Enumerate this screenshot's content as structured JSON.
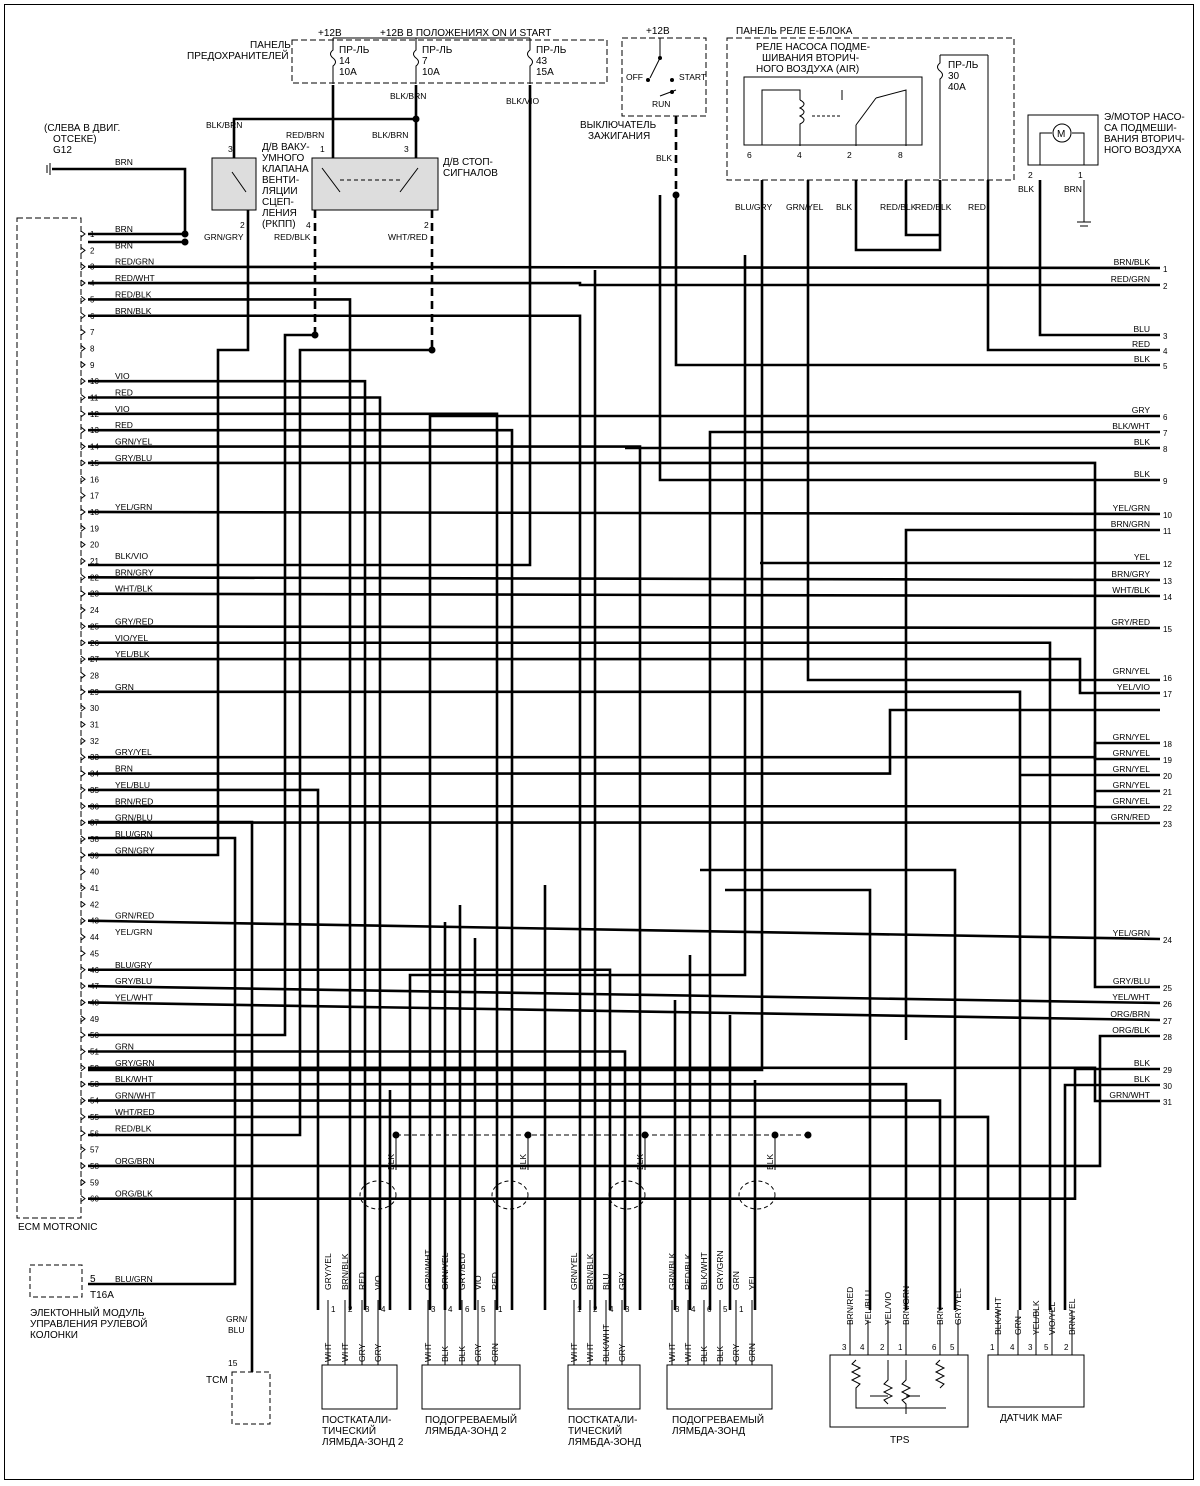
{
  "ecm": {
    "name": "ECM MOTRONIC",
    "pins": [
      {
        "n": "1",
        "c": "BRN"
      },
      {
        "n": "2",
        "c": "BRN"
      },
      {
        "n": "3",
        "c": "RED/GRN"
      },
      {
        "n": "4",
        "c": "RED/WHT"
      },
      {
        "n": "5",
        "c": "RED/BLK"
      },
      {
        "n": "6",
        "c": "BRN/BLK"
      },
      {
        "n": "7",
        "c": ""
      },
      {
        "n": "8",
        "c": ""
      },
      {
        "n": "9",
        "c": ""
      },
      {
        "n": "10",
        "c": "VIO"
      },
      {
        "n": "11",
        "c": "RED"
      },
      {
        "n": "12",
        "c": "VIO"
      },
      {
        "n": "13",
        "c": "RED"
      },
      {
        "n": "14",
        "c": "GRN/YEL"
      },
      {
        "n": "15",
        "c": "GRY/BLU"
      },
      {
        "n": "16",
        "c": ""
      },
      {
        "n": "17",
        "c": ""
      },
      {
        "n": "18",
        "c": "YEL/GRN"
      },
      {
        "n": "19",
        "c": ""
      },
      {
        "n": "20",
        "c": ""
      },
      {
        "n": "21",
        "c": "BLK/VIO"
      },
      {
        "n": "22",
        "c": "BRN/GRY"
      },
      {
        "n": "23",
        "c": "WHT/BLK"
      },
      {
        "n": "24",
        "c": ""
      },
      {
        "n": "25",
        "c": "GRY/RED"
      },
      {
        "n": "26",
        "c": "VIO/YEL"
      },
      {
        "n": "27",
        "c": "YEL/BLK"
      },
      {
        "n": "28",
        "c": ""
      },
      {
        "n": "29",
        "c": "GRN"
      },
      {
        "n": "30",
        "c": ""
      },
      {
        "n": "31",
        "c": ""
      },
      {
        "n": "32",
        "c": ""
      },
      {
        "n": "33",
        "c": "GRY/YEL"
      },
      {
        "n": "34",
        "c": "BRN"
      },
      {
        "n": "35",
        "c": "YEL/BLU"
      },
      {
        "n": "36",
        "c": "BRN/RED"
      },
      {
        "n": "37",
        "c": "GRN/BLU"
      },
      {
        "n": "38",
        "c": "BLU/GRN"
      },
      {
        "n": "39",
        "c": "GRN/GRY"
      },
      {
        "n": "40",
        "c": ""
      },
      {
        "n": "41",
        "c": ""
      },
      {
        "n": "42",
        "c": ""
      },
      {
        "n": "43",
        "c": "GRN/RED"
      },
      {
        "n": "44",
        "c": "YEL/GRN"
      },
      {
        "n": "45",
        "c": ""
      },
      {
        "n": "46",
        "c": "BLU/GRY"
      },
      {
        "n": "47",
        "c": "GRY/BLU"
      },
      {
        "n": "48",
        "c": "YEL/WHT"
      },
      {
        "n": "49",
        "c": ""
      },
      {
        "n": "50",
        "c": ""
      },
      {
        "n": "51",
        "c": "GRN"
      },
      {
        "n": "52",
        "c": "GRY/GRN"
      },
      {
        "n": "53",
        "c": "BLK/WHT"
      },
      {
        "n": "54",
        "c": "GRN/WHT"
      },
      {
        "n": "55",
        "c": "WHT/RED"
      },
      {
        "n": "56",
        "c": "RED/BLK"
      },
      {
        "n": "57",
        "c": ""
      },
      {
        "n": "58",
        "c": "ORG/BRN"
      },
      {
        "n": "59",
        "c": ""
      },
      {
        "n": "60",
        "c": "ORG/BLK"
      }
    ]
  },
  "right_connector": [
    {
      "n": "1",
      "c": "BRN/BLK"
    },
    {
      "n": "2",
      "c": "RED/GRN"
    },
    {
      "n": "3",
      "c": "BLU"
    },
    {
      "n": "4",
      "c": "RED"
    },
    {
      "n": "5",
      "c": "BLK"
    },
    {
      "n": "6",
      "c": "GRY"
    },
    {
      "n": "7",
      "c": "BLK/WHT"
    },
    {
      "n": "8",
      "c": "BLK"
    },
    {
      "n": "9",
      "c": "BLK"
    },
    {
      "n": "10",
      "c": "YEL/GRN"
    },
    {
      "n": "11",
      "c": "BRN/GRN"
    },
    {
      "n": "12",
      "c": "YEL"
    },
    {
      "n": "13",
      "c": "BRN/GRY"
    },
    {
      "n": "14",
      "c": "WHT/BLK"
    },
    {
      "n": "15",
      "c": "GRY/RED"
    },
    {
      "n": "16",
      "c": "GRN/YEL"
    },
    {
      "n": "17",
      "c": "YEL/VIO"
    },
    {
      "n": "18",
      "c": "GRN/YEL"
    },
    {
      "n": "19",
      "c": "GRN/YEL"
    },
    {
      "n": "20",
      "c": "GRN/YEL"
    },
    {
      "n": "21",
      "c": "GRN/YEL"
    },
    {
      "n": "22",
      "c": "GRN/YEL"
    },
    {
      "n": "23",
      "c": "GRN/RED"
    },
    {
      "n": "24",
      "c": "YEL/GRN"
    },
    {
      "n": "25",
      "c": "GRY/BLU"
    },
    {
      "n": "26",
      "c": "YEL/WHT"
    },
    {
      "n": "27",
      "c": "ORG/BRN"
    },
    {
      "n": "28",
      "c": "ORG/BLK"
    },
    {
      "n": "29",
      "c": "BLK"
    },
    {
      "n": "30",
      "c": "BLK"
    },
    {
      "n": "31",
      "c": "GRN/WHT"
    }
  ],
  "top": {
    "plus12_a": "+12В",
    "plus12_on_start": "+12В В ПОЛОЖЕНИЯХ ON И START",
    "fuse_panel": [
      "ПАНЕЛЬ",
      "ПРЕДОХРАНИТЕЛЕЙ"
    ],
    "fuse14": [
      "ПР-ЛЬ",
      "14",
      "10A"
    ],
    "fuse7": [
      "ПР-ЛЬ",
      "7",
      "10A"
    ],
    "fuse43": [
      "ПР-ЛЬ",
      "43",
      "15A"
    ],
    "ign_plus12": "+12В",
    "ign_off": "OFF",
    "ign_start": "START",
    "ign_run": "RUN",
    "ign_label": [
      "ВЫКЛЮЧАТЕЛЬ",
      "ЗАЖИГАНИЯ"
    ],
    "relay_panel": "ПАНЕЛЬ РЕЛЕ E-БЛОКА",
    "relay_name": [
      "РЕЛЕ НАСОСА ПОДМЕ-",
      "ШИВАНИЯ ВТОРИЧ-",
      "НОГО ВОЗДУХА (AIR)"
    ],
    "fuse30": [
      "ПР-ЛЬ",
      "30",
      "40A"
    ],
    "motor": [
      "Э/МОТОР НАСО-",
      "СА ПОДМЕШИ-",
      "ВАНИЯ ВТОРИЧ-",
      "НОГО ВОЗДУХА"
    ],
    "motor_m": "M",
    "g12": [
      "(СЛЕВА В ДВИГ.",
      "ОТСЕКЕ)",
      "G12"
    ],
    "vac_valve": [
      "Д/В ВАКУ-",
      "УМНОГО",
      "КЛАПАНА",
      "ВЕНТИ-",
      "ЛЯЦИИ",
      "СЦЕП-",
      "ЛЕНИЯ",
      "(РКПП)"
    ],
    "stop_sw": [
      "Д/В СТОП-",
      "СИГНАЛОВ"
    ]
  },
  "wire_labels": {
    "brn": "BRN",
    "blk_brn": "BLK/BRN",
    "blk_vio": "BLK/VIO",
    "red_brn": "RED/BRN",
    "grn_gry": "GRN/GRY",
    "red_blk": "RED/BLK",
    "wht_red": "WHT/RED",
    "blk": "BLK",
    "blu_gry": "BLU/GRY",
    "grn_yel": "GRN/YEL",
    "red_blk2": "RED/BLK",
    "red": "RED",
    "grn_blu": "GRN/BLU"
  },
  "bottom": {
    "steer_module": [
      "ЭЛЕКТОННЫЙ МОДУЛЬ",
      "УПРАВЛЕНИЯ РУЛЕВОЙ",
      "КОЛОНКИ"
    ],
    "t16a": "T16A",
    "t16a_pin": "5",
    "t16a_wire": "BLU/GRN",
    "tcm": "TCM",
    "tcm_pin": "15",
    "post_cat2": [
      "ПОСТКАТАЛИ-",
      "ТИЧЕСКИЙ",
      "ЛЯМБДА-ЗОНД 2"
    ],
    "heated2": [
      "ПОДОГРЕВАЕМЫЙ",
      "ЛЯМБДА-ЗОНД 2"
    ],
    "post_cat1": [
      "ПОСТКАТАЛИ-",
      "ТИЧЕСКИЙ",
      "ЛЯМБДА-ЗОНД"
    ],
    "heated1": [
      "ПОДОГРЕВАЕМЫЙ",
      "ЛЯМБДА-ЗОНД"
    ],
    "tps": "TPS",
    "maf": "ДАТЧИК MAF",
    "sensors": [
      {
        "wires": [
          "GRY/YEL",
          "BRN/BLK",
          "RED",
          "VIO"
        ],
        "pins": [
          "1",
          "2",
          "3",
          "4"
        ],
        "inner": [
          "WHT",
          "WHT",
          "GRY",
          "GRY"
        ]
      },
      {
        "wires": [
          "GRN/WHT",
          "GRN/YEL",
          "GRY/BLU",
          "VIO",
          "RED"
        ],
        "pins": [
          "3",
          "4",
          "6",
          "5",
          "1"
        ],
        "inner": [
          "WHT",
          "BLK",
          "BLK",
          "GRY",
          "GRN"
        ]
      },
      {
        "wires": [
          "GRN/YEL",
          "BRN/BLK",
          "BLU",
          "GRY"
        ],
        "pins": [
          "1",
          "2",
          "4",
          "3"
        ],
        "inner": [
          "WHT",
          "WHT",
          "BLK/WHT",
          "GRY"
        ]
      },
      {
        "wires": [
          "GRN/BLK",
          "RED/BLK",
          "BLK/WHT",
          "GRY/GRN",
          "GRN",
          "YEL"
        ],
        "pins": [
          "3",
          "4",
          "6",
          "5",
          "1"
        ],
        "inner": [
          "WHT",
          "WHT",
          "BLK",
          "BLK",
          "GRY",
          "GRN"
        ]
      }
    ],
    "tps_wires": [
      "BRN/RED",
      "YEL/BLU",
      "YEL/VIO",
      "BRN/GRN",
      "BRN",
      "GRY/YEL"
    ],
    "tps_pins": [
      "3",
      "4",
      "2",
      "1",
      "6",
      "5"
    ],
    "maf_wires": [
      "BLK/WHT",
      "GRN",
      "YEL/BLK",
      "VIO/YEL",
      "BRN/YEL"
    ],
    "maf_pins": [
      "1",
      "4",
      "3",
      "5",
      "2"
    ],
    "shield_blk": "BLK"
  }
}
